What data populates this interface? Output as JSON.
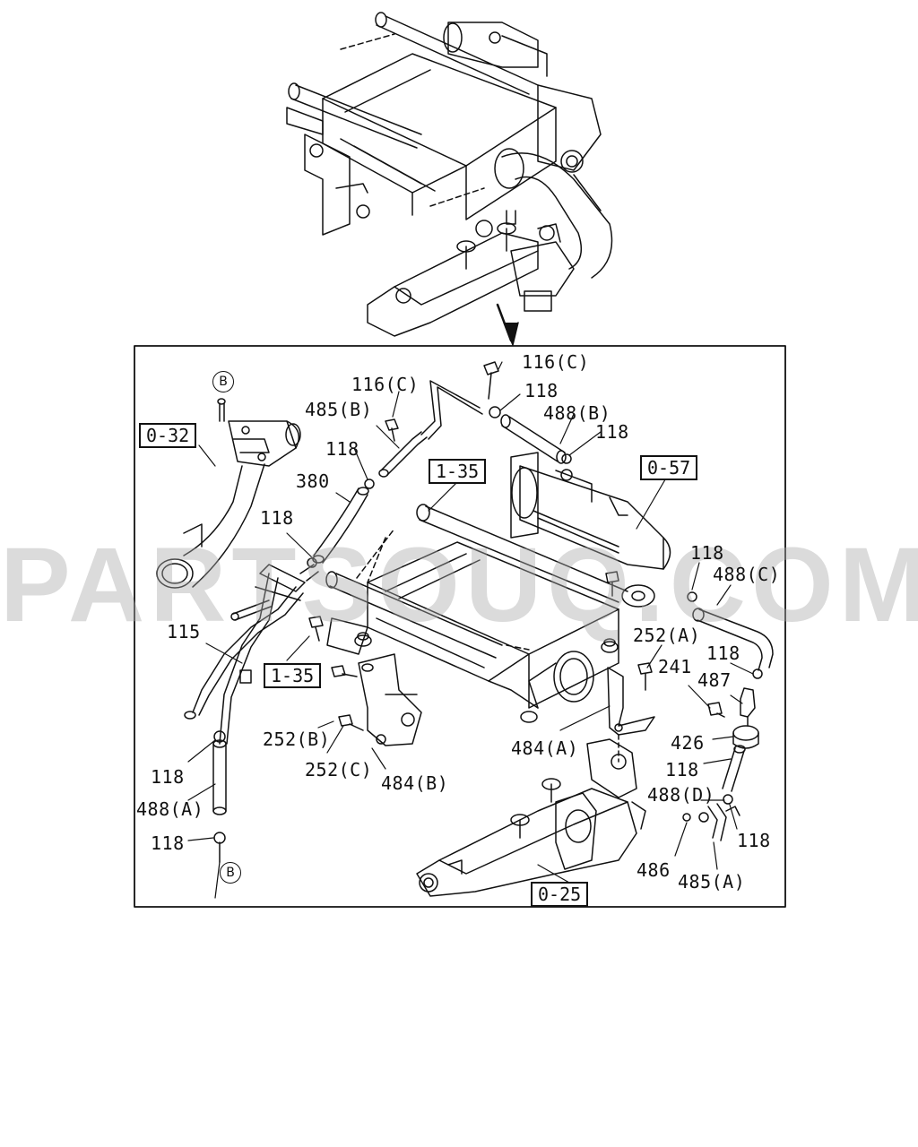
{
  "watermark": "PARTSOUQ.COM",
  "connectors": {
    "top": "B",
    "bottom": "B"
  },
  "boxes": {
    "b032": "0-32",
    "b135_top": "1-35",
    "b135_left": "1-35",
    "b057": "0-57",
    "b025": "0-25"
  },
  "labels": {
    "l116c_top": "116(C)",
    "l116c_left": "116(C)",
    "l118_a": "118",
    "l485b": "485(B)",
    "l488b": "488(B)",
    "l118_b": "118",
    "l118_c": "118",
    "l380": "380",
    "l118_d": "118",
    "l118_e": "118",
    "l488c": "488(C)",
    "l115": "115",
    "l252a": "252(A)",
    "l118_f": "118",
    "l241": "241",
    "l487": "487",
    "l252b": "252(B)",
    "l252c": "252(C)",
    "l484a": "484(A)",
    "l484b": "484(B)",
    "l426": "426",
    "l118_g": "118",
    "l118_h": "118",
    "l488d": "488(D)",
    "l488a": "488(A)",
    "l118_i": "118",
    "l118_j": "118",
    "l486": "486",
    "l485a": "485(A)"
  }
}
